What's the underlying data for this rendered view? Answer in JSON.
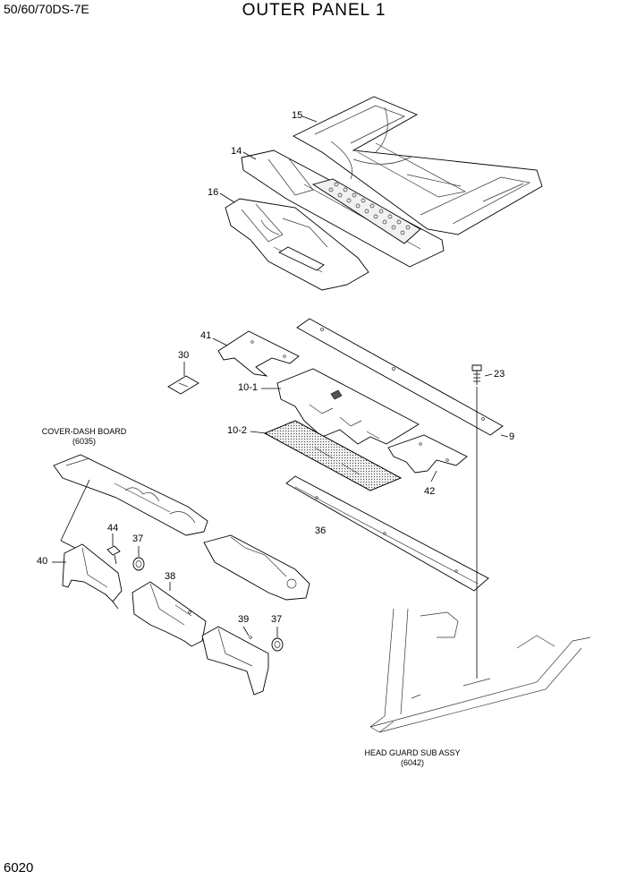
{
  "header": {
    "model": "50/60/70DS-7E",
    "title": "OUTER PANEL 1"
  },
  "page_number": "6020",
  "callouts": {
    "p15": "15",
    "p14": "14",
    "p16": "16",
    "p41": "41",
    "p30": "30",
    "p10_1": "10-1",
    "p23": "23",
    "p10_2": "10-2",
    "p9": "9",
    "p42": "42",
    "p36": "36",
    "p44": "44",
    "p37a": "37",
    "p40": "40",
    "p38": "38",
    "p39": "39",
    "p37b": "37"
  },
  "notes": {
    "cover_dash_title": "COVER-DASH BOARD",
    "cover_dash_ref": "(6035)",
    "head_guard_title": "HEAD GUARD SUB ASSY",
    "head_guard_ref": "(6042)"
  }
}
